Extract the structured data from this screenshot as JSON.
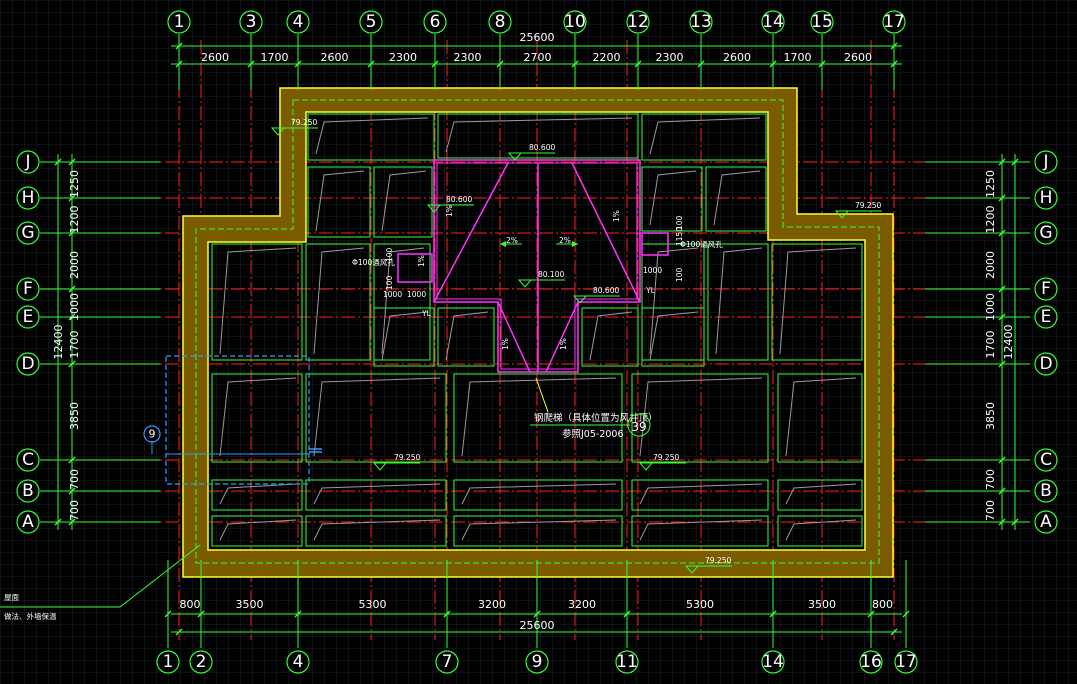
{
  "colors": {
    "background": "#000000",
    "grid": "#1a1f2a",
    "axis": "#ff2020",
    "dimension": "#33ff33",
    "parapet_fill": "#7a5b00",
    "parapet_edge": "#ffff33",
    "slope_line": "#9a9a9a",
    "roof_panel": "#33ff33",
    "vent_outline": "#ff33ff",
    "selection": "#3399ff",
    "text": "#ffffff"
  },
  "top_axes": [
    "1",
    "3",
    "4",
    "5",
    "6",
    "8",
    "10",
    "12",
    "13",
    "14",
    "15",
    "17"
  ],
  "bottom_axes": [
    "1",
    "2",
    "4",
    "7",
    "9",
    "11",
    "14",
    "16",
    "17"
  ],
  "left_axes": [
    "J",
    "H",
    "G",
    "F",
    "E",
    "D",
    "C",
    "B",
    "A"
  ],
  "right_axes": [
    "J",
    "H",
    "G",
    "F",
    "E",
    "D",
    "C",
    "B",
    "A"
  ],
  "top_overall_dim": "25600",
  "top_dims": [
    "2600",
    "1700",
    "2600",
    "2300",
    "2300",
    "2700",
    "2200",
    "2300",
    "2600",
    "1700",
    "2600"
  ],
  "bottom_overall_dim": "25600",
  "bottom_dims": [
    "800",
    "3500",
    "5300",
    "3200",
    "3200",
    "5300",
    "3500",
    "800"
  ],
  "left_dims": [
    "1250",
    "1200",
    "2000",
    "1000",
    "1700",
    "3850",
    "700",
    "700"
  ],
  "left_overall_dim": "12400",
  "right_dims": [
    "1250",
    "1200",
    "2000",
    "1000",
    "1700",
    "3850",
    "700",
    "700"
  ],
  "right_overall_dim": "12400",
  "elevations": {
    "top_left": "79.250",
    "right_step": "79.250",
    "ridge_top": "80.600",
    "vent_left_top": "80.600",
    "center": "80.100",
    "right_mid": "80.600",
    "lower_left": "79.250",
    "lower_right": "79.250",
    "bottom_right": "79.250"
  },
  "slope_labels": {
    "slope_left": "2%",
    "slope_right": "2%"
  },
  "vent_labels": {
    "left_vent": "Φ100通风孔",
    "right_vent": "Φ100通风孔",
    "left_dim_a": "1000",
    "left_dim_b": "1000",
    "left_dim_vert": "100",
    "left_dim_vert2": "100",
    "right_dim_a": "1000",
    "right_dim_vert": "1150",
    "right_dim_vert2": "100",
    "right_dim_vert3": "100",
    "yl_left": "YL",
    "yl_right": "YL"
  },
  "callout": {
    "note_line1": "钢爬梯（具体位置为风井顶）",
    "note_line2": "参照J05-2006",
    "detail_number": "39",
    "marker_number": "9"
  },
  "left_edge_note": {
    "line1": "屋面",
    "line2": "做法、外墙保温"
  },
  "small_slope_marks": [
    "1%",
    "1%",
    "1%",
    "1%",
    "1%"
  ]
}
